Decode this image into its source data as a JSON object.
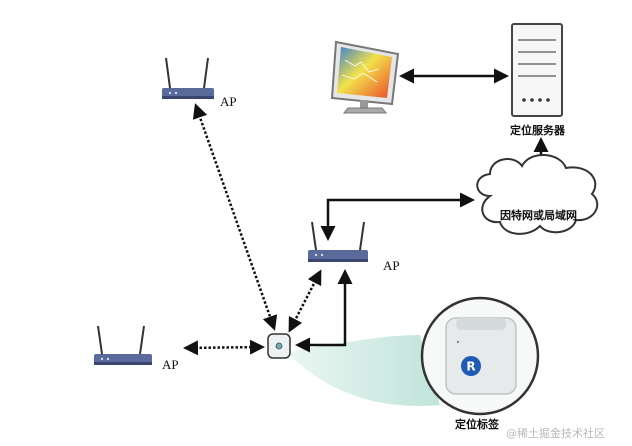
{
  "labels": {
    "ap_top_left": "AP",
    "ap_middle": "AP",
    "ap_bottom_left": "AP",
    "server": "定位服务器",
    "network": "因特网或局域网",
    "tag": "定位标签",
    "tag_logo_letter": "R"
  },
  "watermark": "@稀土掘金技术社区",
  "icons": {
    "router": "wifi-router-icon",
    "monitor": "monitor-icon",
    "server": "server-tower-icon",
    "cloud": "cloud-icon",
    "tag": "location-tag-icon"
  },
  "colors": {
    "line": "#111111",
    "beam": "#bfe3db",
    "router_body": "#5a6a9a",
    "monitor_heatmap": "#e94b2a"
  }
}
